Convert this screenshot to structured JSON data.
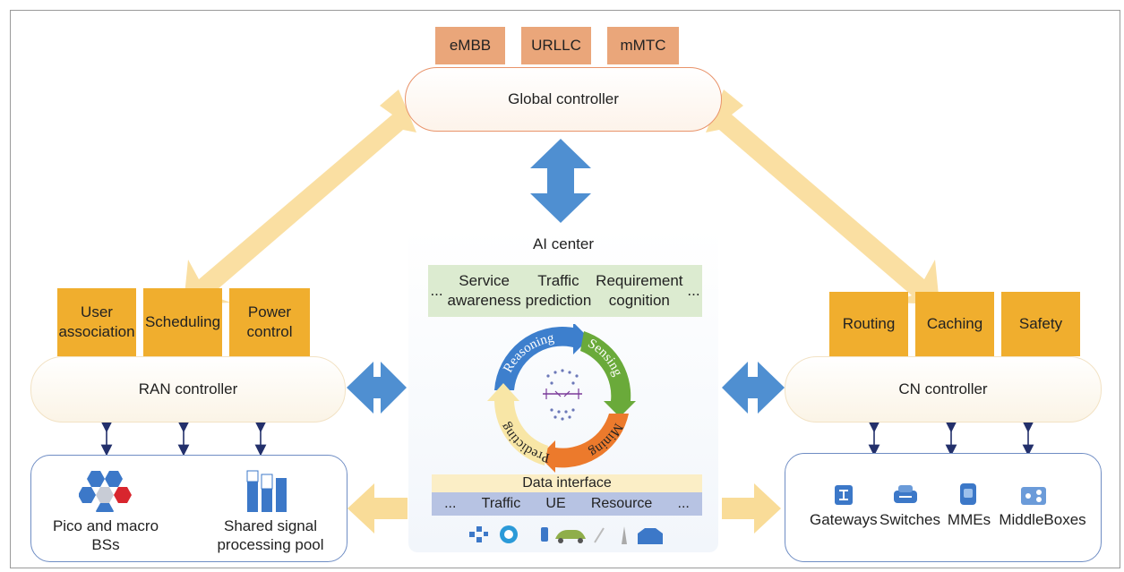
{
  "slices": [
    "eMBB",
    "URLLC",
    "mMTC"
  ],
  "global_controller": "Global controller",
  "ran": {
    "functions": [
      [
        "User",
        "association"
      ],
      [
        "Scheduling"
      ],
      [
        "Power",
        "control"
      ]
    ],
    "controller": "RAN controller",
    "items": [
      [
        "Pico and macro",
        "BSs"
      ],
      [
        "Shared signal",
        "processing pool"
      ]
    ]
  },
  "cn": {
    "functions": [
      "Routing",
      "Caching",
      "Safety"
    ],
    "controller": "CN controller",
    "items": [
      "Gateways",
      "Switches",
      "MMEs",
      "MiddleBoxes"
    ]
  },
  "ai": {
    "title": "AI center",
    "cognition": [
      [
        "..."
      ],
      [
        "Service",
        "awareness"
      ],
      [
        "Traffic",
        "prediction"
      ],
      [
        "Requirement",
        "cognition"
      ],
      [
        "..."
      ]
    ],
    "cycle": [
      "Reasoning",
      "Sensing",
      "Mining",
      "Predicting"
    ],
    "data_interface": "Data interface",
    "data": [
      "...",
      "Traffic",
      "UE",
      "Resource",
      "..."
    ]
  },
  "colors": {
    "orange": "#f0ae2e",
    "slice": "#eaa67a",
    "arrow_yellow": "#f9dc98",
    "arrow_blue": "#4f8fd1",
    "panel_border": "#6f8dc4"
  }
}
